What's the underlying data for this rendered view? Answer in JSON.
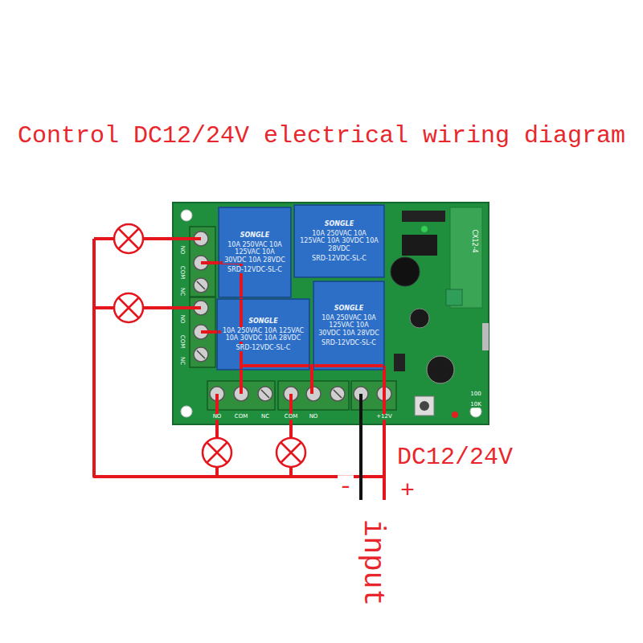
{
  "diagram": {
    "title": "Control DC12/24V electrical wiring diagram",
    "nodes": [
      {
        "text": [
          "SONGLE",
          "10A 250VAC 10A 125VAC 10A 30VDC 10A 28VDC",
          "SRD-12VDC-SL-C"
        ]
      },
      {
        "text": [
          "SONGLE",
          "10A 250VAC 10A 125VAC 10A 30VDC 10A 28VDC",
          "SRD-12VDC-SL-C"
        ]
      },
      {
        "text": [
          "SONGLE",
          "10A 250VAC 10A 125VAC 10A 30VDC 10A 28VDC",
          "SRD-12VDC-SL-C"
        ]
      },
      {
        "text": [
          "SONGLE",
          "10A 250VAC 10A 125VAC 10A 30VDC 10A 28VDC",
          "SRD-12VDC-SL-C"
        ]
      }
    ],
    "labels": [
      "DC12/24V",
      "-",
      "+",
      "input",
      "NO",
      "COM",
      "NC",
      "NO",
      "COM",
      "NC",
      "NO",
      "COM",
      "NC",
      "COM",
      "NO",
      "+12V",
      "CX12-4",
      "100",
      "10K"
    ]
  }
}
